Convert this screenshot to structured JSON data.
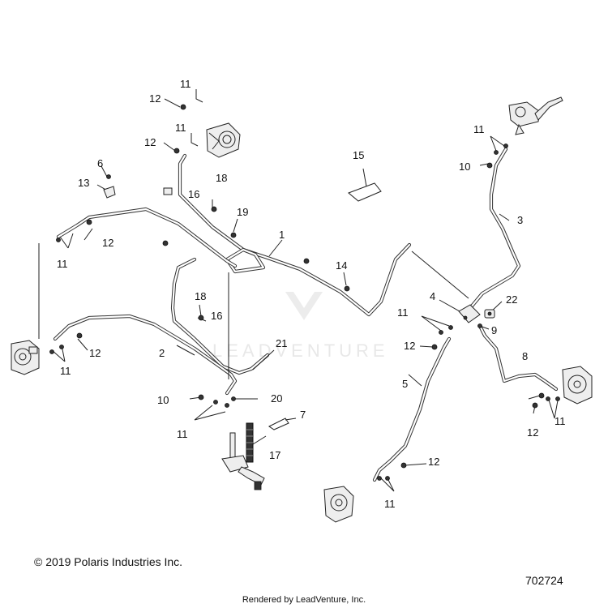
{
  "watermark": "LEADVENTURE",
  "footer": {
    "copyright": "© 2019 Polaris Industries Inc.",
    "diagram_number": "702724",
    "rendered_by": "Rendered by LeadVenture, Inc."
  },
  "callouts": [
    {
      "id": "c11a",
      "text": "11"
    },
    {
      "id": "c12a",
      "text": "12"
    },
    {
      "id": "c11b",
      "text": "11"
    },
    {
      "id": "c12b",
      "text": "12"
    },
    {
      "id": "c6",
      "text": "6"
    },
    {
      "id": "c13",
      "text": "13"
    },
    {
      "id": "c18a",
      "text": "18"
    },
    {
      "id": "c16a",
      "text": "16"
    },
    {
      "id": "c12c",
      "text": "12"
    },
    {
      "id": "c11c",
      "text": "11"
    },
    {
      "id": "c19",
      "text": "19"
    },
    {
      "id": "c1",
      "text": "1"
    },
    {
      "id": "c15",
      "text": "15"
    },
    {
      "id": "c14",
      "text": "14"
    },
    {
      "id": "c11d",
      "text": "11"
    },
    {
      "id": "c10a",
      "text": "10"
    },
    {
      "id": "c3",
      "text": "3"
    },
    {
      "id": "c18b",
      "text": "18"
    },
    {
      "id": "c16b",
      "text": "16"
    },
    {
      "id": "c12d",
      "text": "12"
    },
    {
      "id": "c11e",
      "text": "11"
    },
    {
      "id": "c2",
      "text": "2"
    },
    {
      "id": "c21",
      "text": "21"
    },
    {
      "id": "c4",
      "text": "4"
    },
    {
      "id": "c22",
      "text": "22"
    },
    {
      "id": "c11f",
      "text": "11"
    },
    {
      "id": "c9",
      "text": "9"
    },
    {
      "id": "c12e",
      "text": "12"
    },
    {
      "id": "c10b",
      "text": "10"
    },
    {
      "id": "c20",
      "text": "20"
    },
    {
      "id": "c11g",
      "text": "11"
    },
    {
      "id": "c7",
      "text": "7"
    },
    {
      "id": "c17",
      "text": "17"
    },
    {
      "id": "c5",
      "text": "5"
    },
    {
      "id": "c8",
      "text": "8"
    },
    {
      "id": "c12f",
      "text": "12"
    },
    {
      "id": "c11h",
      "text": "11"
    },
    {
      "id": "c12g",
      "text": "12"
    },
    {
      "id": "c11i",
      "text": "11"
    }
  ],
  "icons": [
    "brake-caliper-icon",
    "master-cylinder-icon",
    "brake-lever-icon",
    "brake-switch-icon",
    "fitting-icon",
    "bolt-icon"
  ]
}
